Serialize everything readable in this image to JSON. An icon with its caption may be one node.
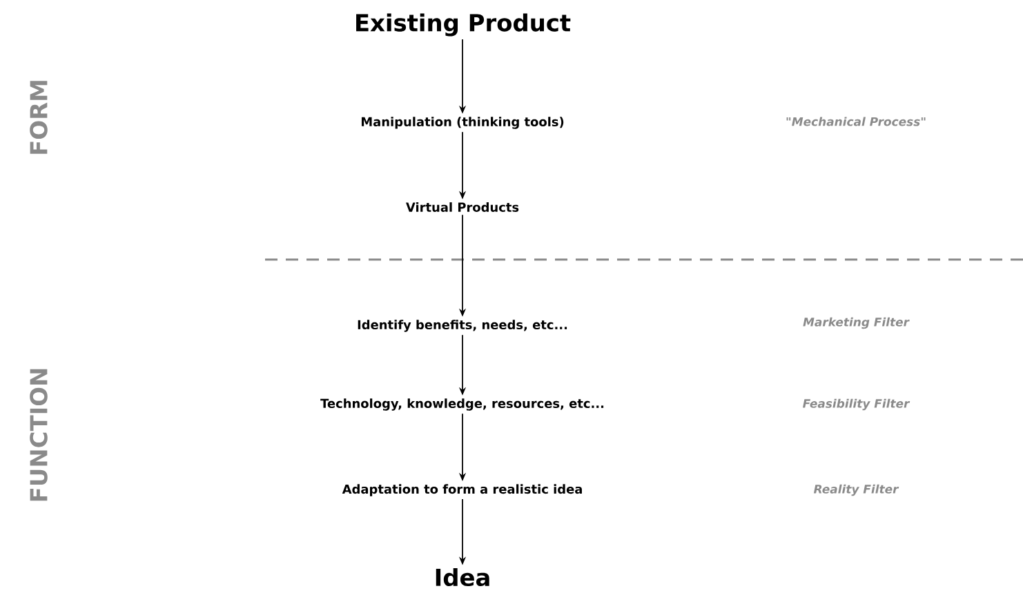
{
  "diagram": {
    "nodes": [
      {
        "text": [
          "Existing Product"
        ]
      },
      {
        "text": [
          "Manipulation (thinking tools)"
        ]
      },
      {
        "text": [
          "Virtual Products"
        ]
      },
      {
        "text": [
          "Identify benefits, needs, etc..."
        ]
      },
      {
        "text": [
          "Technology, knowledge, resources, etc..."
        ]
      },
      {
        "text": [
          "Adaptation to form a realistic idea"
        ]
      },
      {
        "text": [
          "Idea"
        ]
      }
    ],
    "edges": [
      {
        "from": 0,
        "to": 1,
        "arrow": "to"
      },
      {
        "from": 1,
        "to": 2,
        "arrow": "to"
      },
      {
        "from": 2,
        "to": 3,
        "arrow": "to"
      },
      {
        "from": 3,
        "to": 4,
        "arrow": "to"
      },
      {
        "from": 4,
        "to": 5,
        "arrow": "to"
      },
      {
        "from": 5,
        "to": 6,
        "arrow": "to"
      }
    ],
    "labels": [
      "FORM",
      "\"Mechanical Process\"",
      "Marketing Filter",
      "Feasibility Filter",
      "FUNCTION",
      "Reality Filter"
    ]
  }
}
